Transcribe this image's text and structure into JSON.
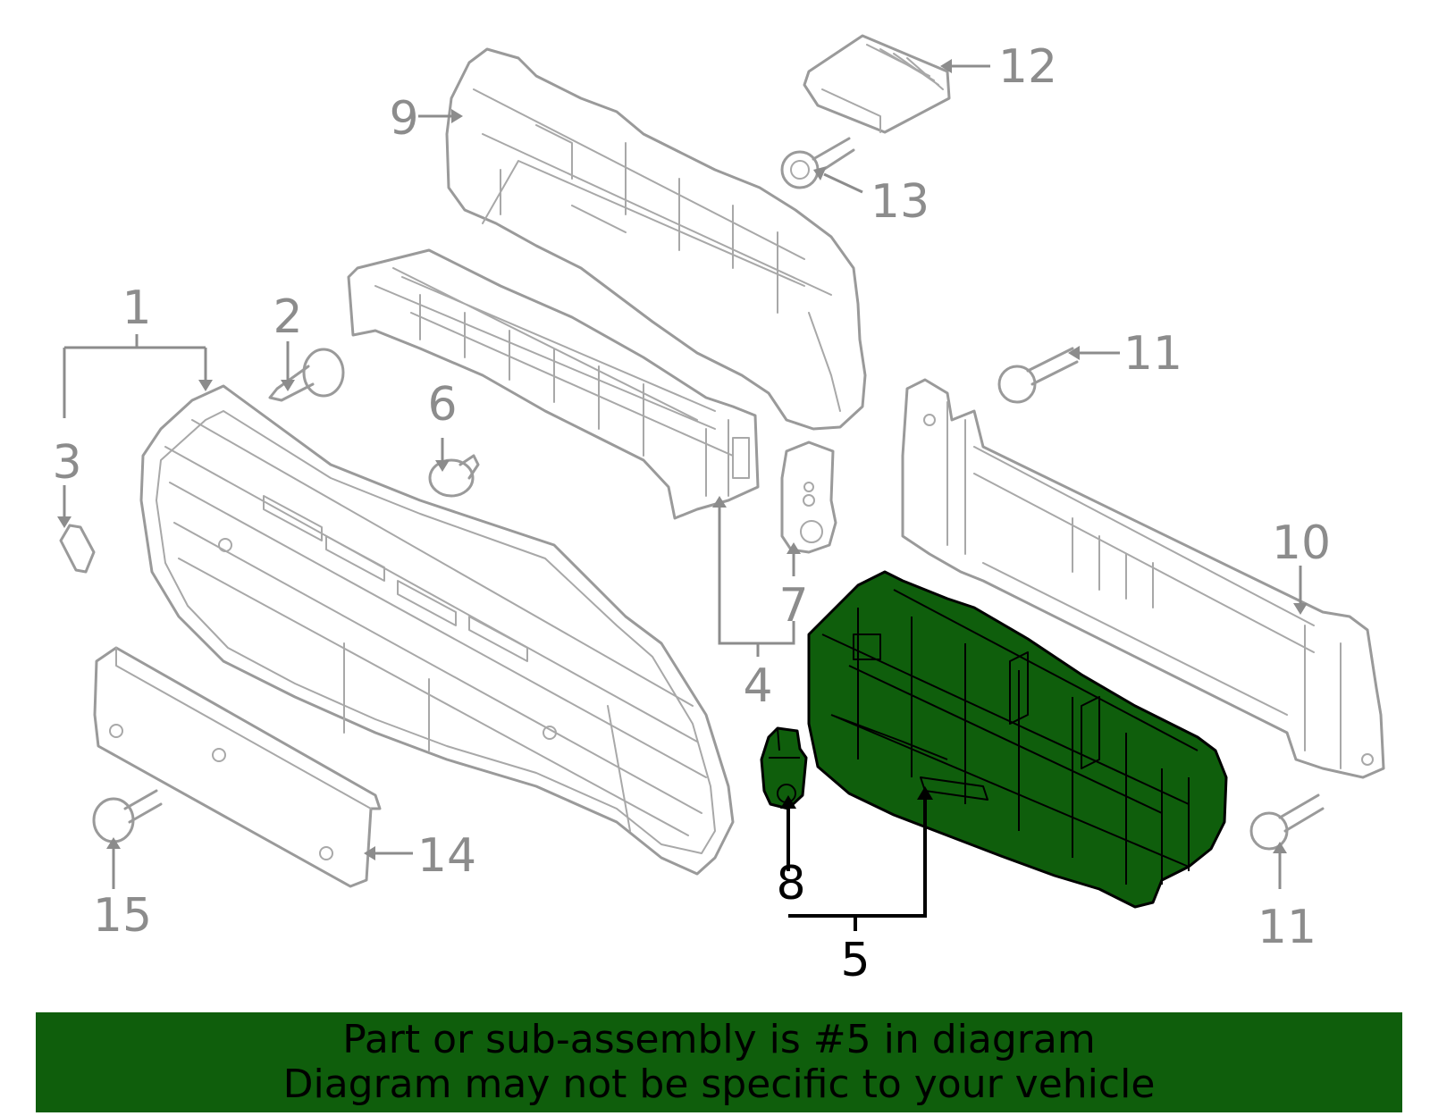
{
  "colors": {
    "highlight": "#0f5e0c",
    "part_stroke": "#9a9a9a",
    "label_gray": "#8c8c8c",
    "label_active": "#000000",
    "banner_bg": "#0f5e0c"
  },
  "callouts": {
    "c1": "1",
    "c2": "2",
    "c3": "3",
    "c4": "4",
    "c5": "5",
    "c6": "6",
    "c7": "7",
    "c8": "8",
    "c9": "9",
    "c10": "10",
    "c11a": "11",
    "c11b": "11",
    "c12": "12",
    "c13": "13",
    "c14": "14",
    "c15": "15"
  },
  "highlighted_part": "5",
  "banner": {
    "line1": "Part or sub-assembly is #5 in diagram",
    "line2": "Diagram may not be specific to your vehicle"
  }
}
